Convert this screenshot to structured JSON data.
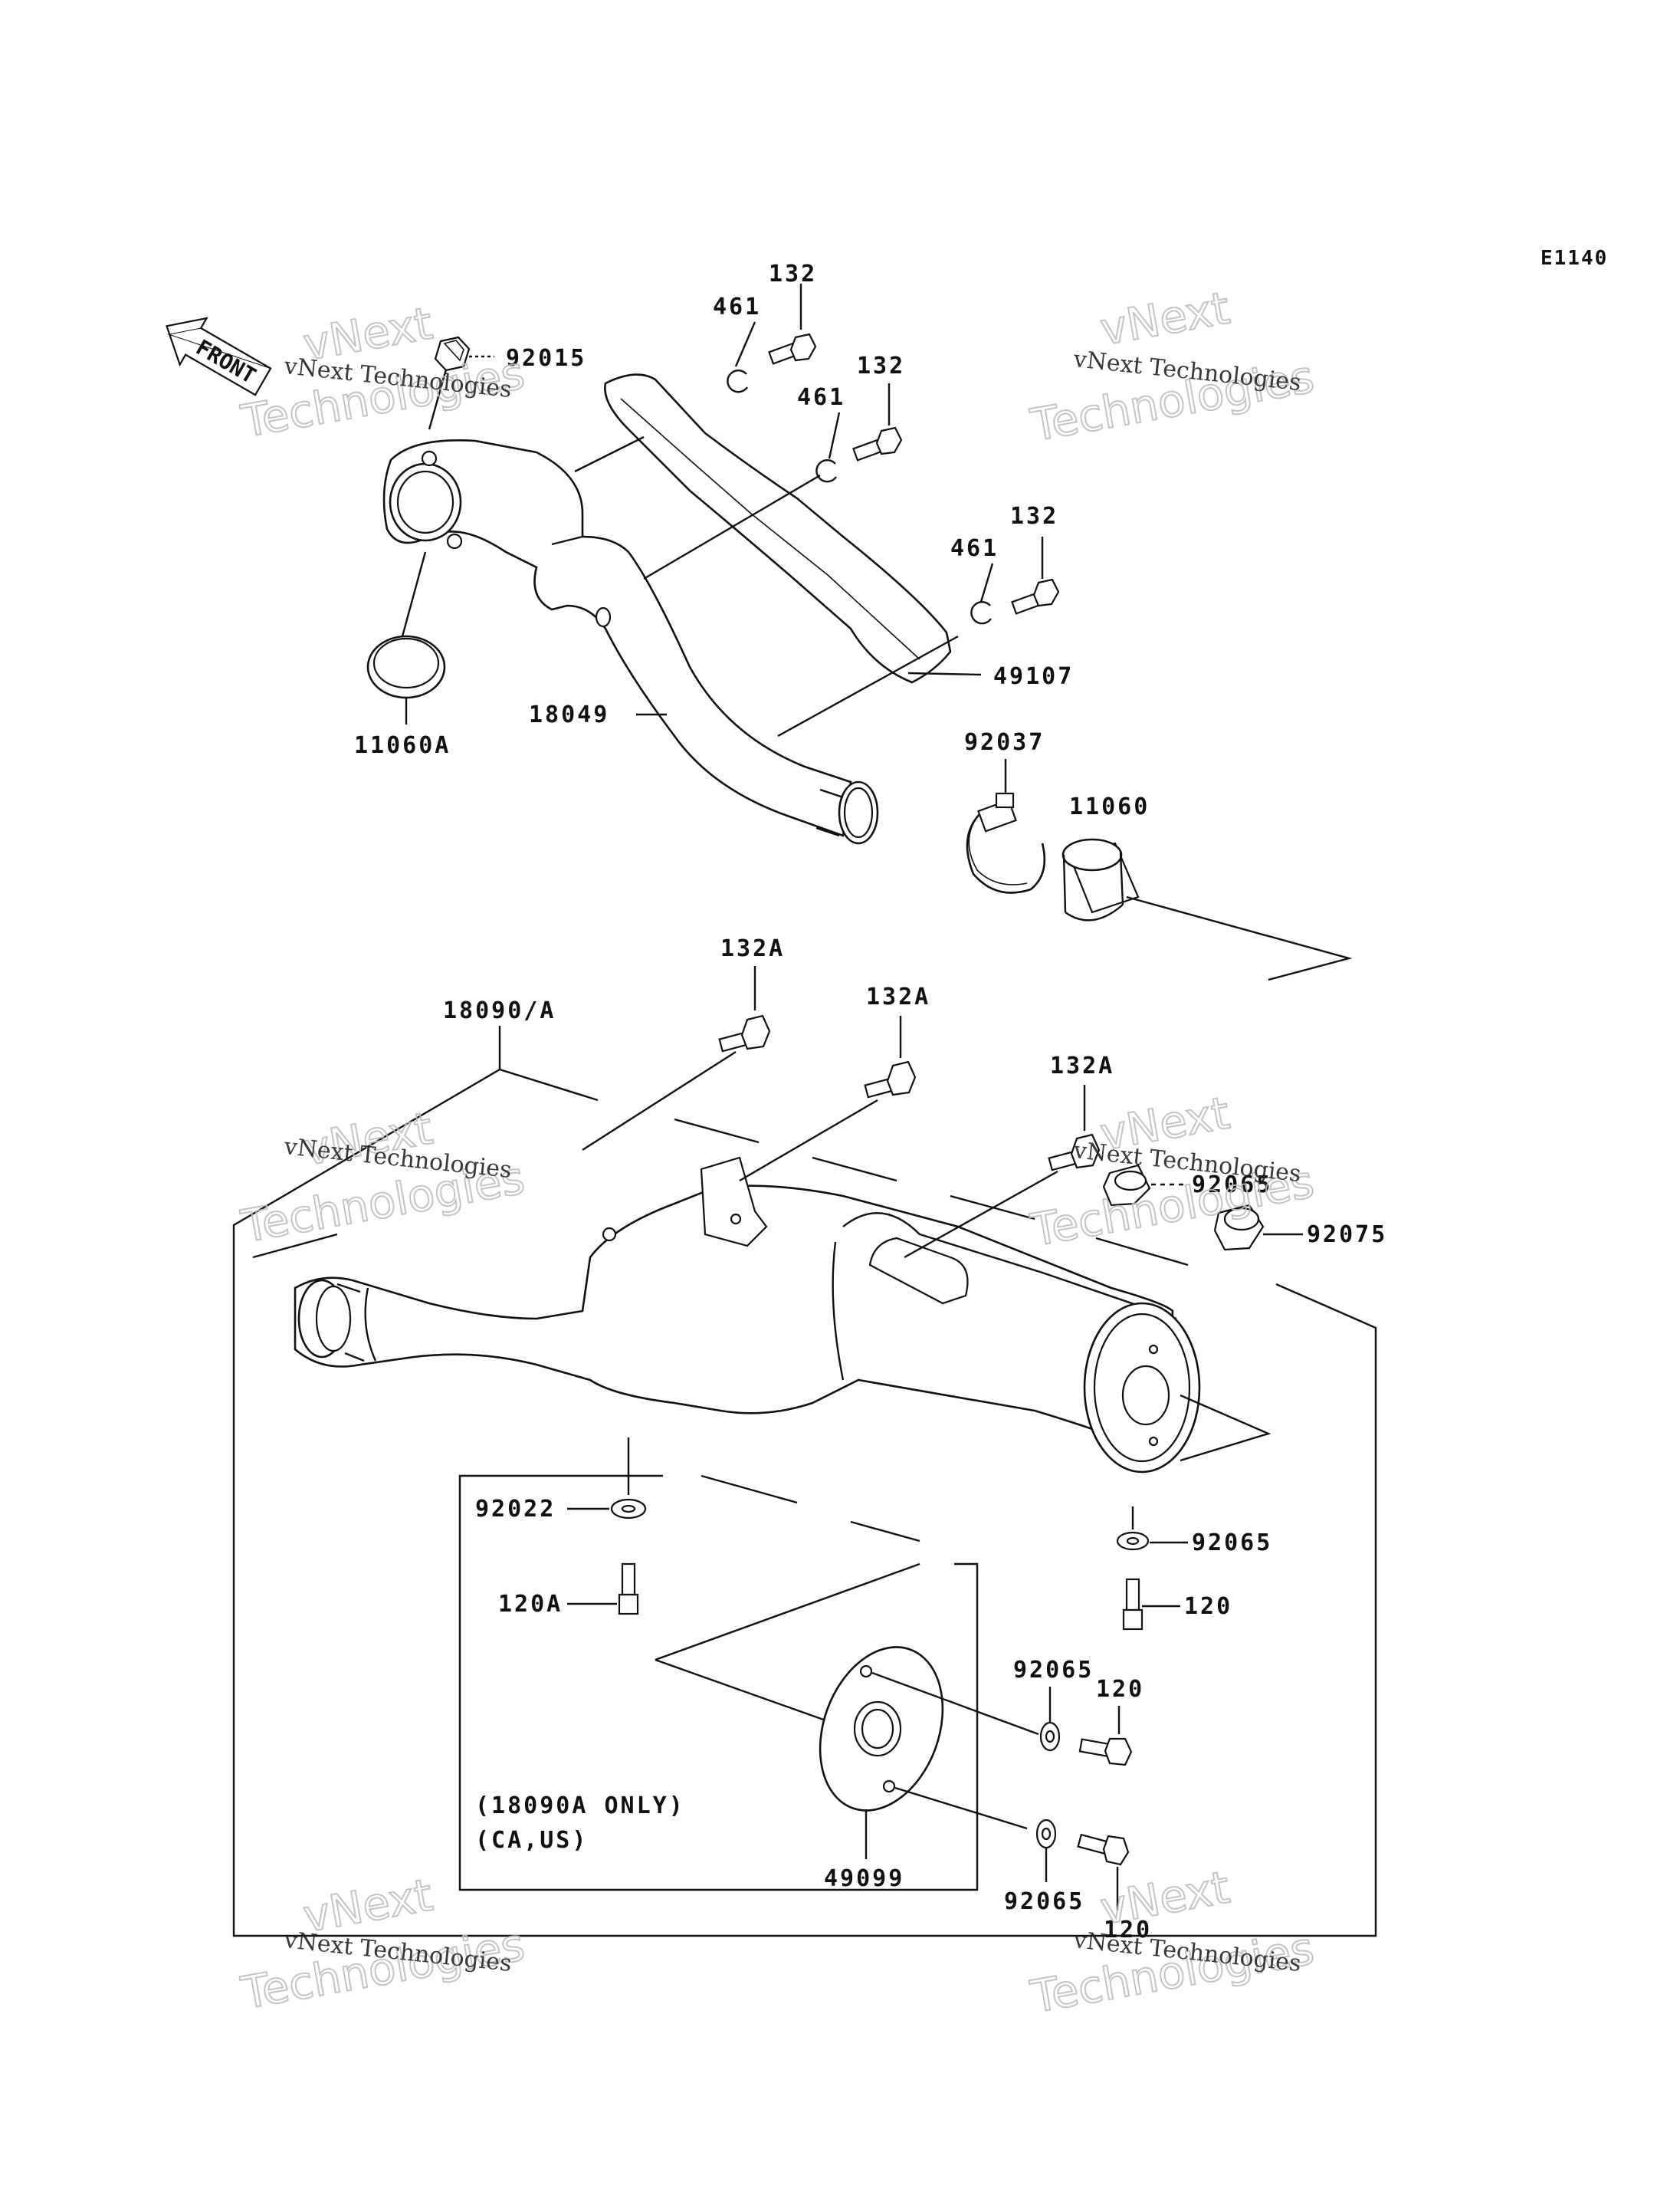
{
  "diagram_code": "E1140",
  "front_label": "FRONT",
  "watermark": {
    "line1": "vNext Technologies",
    "line2": "vNext",
    "line3": "Technologies"
  },
  "parts": {
    "p92015": "92015",
    "p461_a": "461",
    "p132_a": "132",
    "p461_b": "461",
    "p132_b": "132",
    "p461_c": "461",
    "p132_c": "132",
    "p11060A": "11060A",
    "p18049": "18049",
    "p49107": "49107",
    "p92037": "92037",
    "p11060": "11060",
    "p132A_a": "132A",
    "p132A_b": "132A",
    "p132A_c": "132A",
    "p18090A": "18090/A",
    "p92065_top": "92065",
    "p92075": "92075",
    "p92022": "92022",
    "p92065_mid": "92065",
    "p120A": "120A",
    "p120_a": "120",
    "p92065_b": "92065",
    "p120_b": "120",
    "p49099": "49099",
    "p92065_c": "92065",
    "p120_c": "120"
  },
  "notes": {
    "applicability_1": "(18090A ONLY)",
    "applicability_2": "(CA,US)"
  }
}
